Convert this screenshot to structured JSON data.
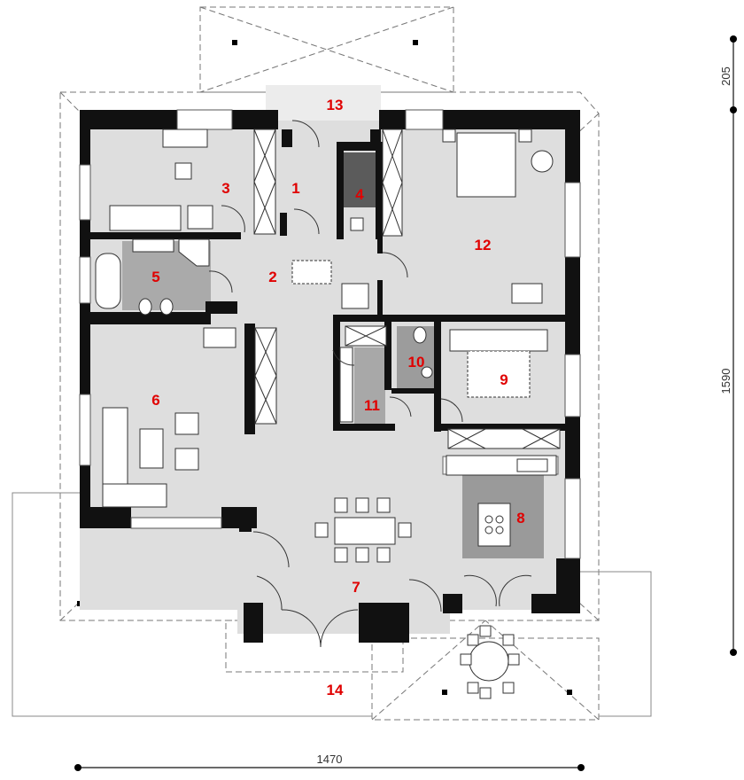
{
  "colors": {
    "wall": "#111111",
    "floor": "#d9d9d9",
    "floor_dark": "#a8a8a8",
    "wet_dark": "#5a5a5a",
    "dashed": "#666666",
    "room_number": "#e00000",
    "dimension": "#111111"
  },
  "rooms": [
    {
      "id": "1",
      "label": "1"
    },
    {
      "id": "2",
      "label": "2"
    },
    {
      "id": "3",
      "label": "3"
    },
    {
      "id": "4",
      "label": "4"
    },
    {
      "id": "5",
      "label": "5"
    },
    {
      "id": "6",
      "label": "6"
    },
    {
      "id": "7",
      "label": "7"
    },
    {
      "id": "8",
      "label": "8"
    },
    {
      "id": "9",
      "label": "9"
    },
    {
      "id": "10",
      "label": "10"
    },
    {
      "id": "11",
      "label": "11"
    },
    {
      "id": "12",
      "label": "12"
    },
    {
      "id": "13",
      "label": "13"
    },
    {
      "id": "14",
      "label": "14"
    }
  ],
  "dimensions": {
    "width": "1470",
    "height": "1590",
    "porch": "205"
  },
  "icons": [
    "fireplace-icon",
    "bed-icon",
    "bathtub-icon",
    "sofa-icon",
    "dining-table-icon",
    "cooktop-icon",
    "sink-icon",
    "toilet-icon",
    "shower-icon",
    "door-swing-icon",
    "dashed-roof-outline"
  ]
}
